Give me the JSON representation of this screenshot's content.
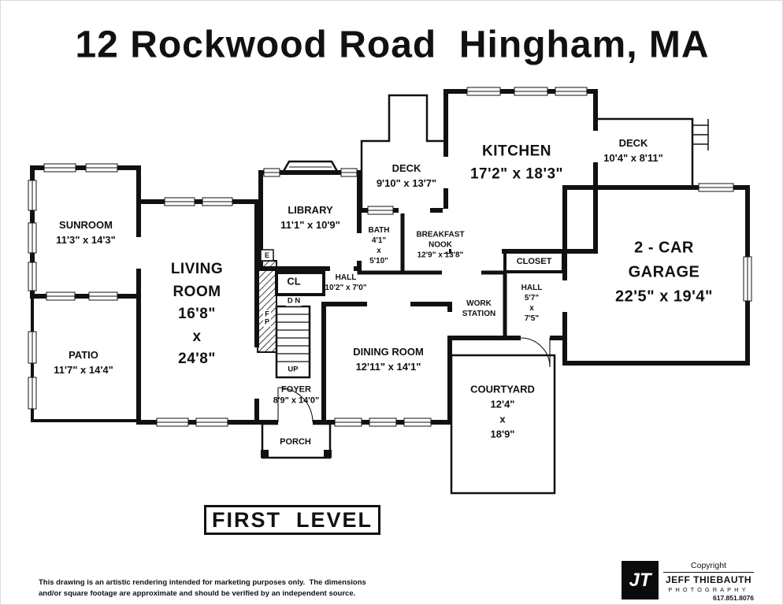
{
  "title": "12 Rockwood Road  Hingham, MA",
  "level": "FIRST  LEVEL",
  "colors": {
    "wall": "#111111",
    "background": "#ffffff"
  },
  "rooms": {
    "sunroom": "SUNROOM\n11'3\" x 14'3\"",
    "patio": "PATIO\n11'7\" x 14'4\"",
    "living_room": "LIVING\nROOM\n16'8\"\nx\n24'8\"",
    "library": "LIBRARY\n11'1\" x 10'9\"",
    "deck_upper": "DECK\n9'10\" x 13'7\"",
    "kitchen": "KITCHEN\n17'2\" x 18'3\"",
    "deck_right": "DECK\n10'4\" x 8'11\"",
    "garage": "2 - CAR\nGARAGE\n22'5\" x 19'4\"",
    "bath": "BATH\n4'1\"\nx\n5'10\"",
    "breakfast_nook": "BREAKFAST\nNOOK\n12'9\" x 13'8\"",
    "closet": "CLOSET",
    "hall_right": "HALL\n5'7\"\nx\n7'5\"",
    "hall_center": "HALL\n10'2\" x 7'0\"",
    "cl": "CL",
    "work_station": "WORK\nSTATION",
    "dining_room": "DINING ROOM\n12'11\" x 14'1\"",
    "courtyard": "COURTYARD\n12'4\"\nx\n18'9\"",
    "foyer": "FOYER\n8'9\" x 14'0\"",
    "porch": "PORCH",
    "stairs_up": "UP",
    "stairs_dn": "D N",
    "fireplace": "F\nP",
    "panel": "E"
  },
  "footer": {
    "disclaimer": "This drawing is an artistic rendering intended for marketing purposes only.  The dimensions\nand/or square footage are approximate and should be verified by an independent source.",
    "copyright": "Copyright",
    "photographer": "JEFF THIEBAUTH",
    "photography": "PHOTOGRAPHY",
    "phone": "617.851.8076",
    "logo": "JT"
  }
}
